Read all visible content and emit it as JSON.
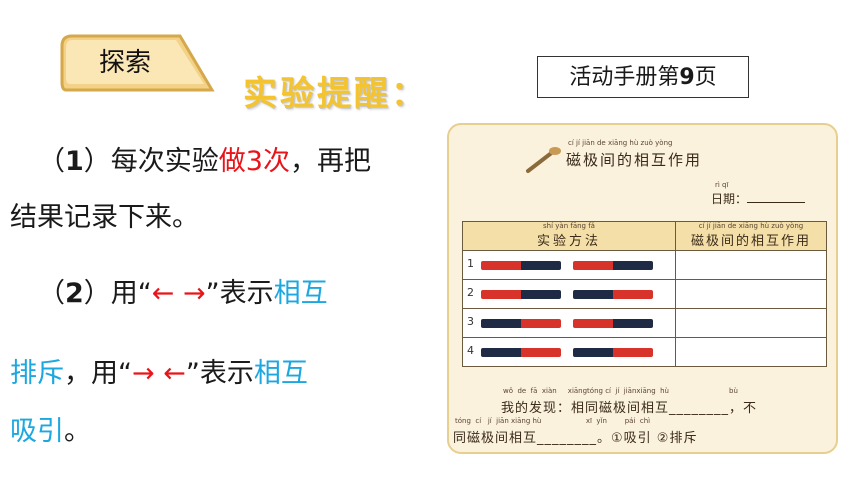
{
  "tab": {
    "label": "探索"
  },
  "heading": "实验提醒：",
  "manual_ref": {
    "text": "活动手册第",
    "page": "9",
    "suffix": "页"
  },
  "paragraph1": {
    "prefix": "（",
    "num": "1",
    "close": "）每次实验",
    "emph": "做3次",
    "rest": "，再把",
    "line2": "结果记录下来。"
  },
  "paragraph2": {
    "prefix": "（",
    "num": "2",
    "close": "）用“",
    "arrows": "← →",
    "quote_close": "”表示",
    "emph": "相互",
    "line2_emph": "排斥",
    "line2_mid": "，用“",
    "arrows2": "→ ←",
    "line2_quote_close": "”表示",
    "line2_tail": "相互",
    "line3_emph": "吸引",
    "line3_end": "。"
  },
  "worksheet": {
    "title_pinyin": "cí   jí  jiān  de  xiāng  hù  zuò  yòng",
    "title": "磁极间的相互作用",
    "date_pinyin": "rì   qī",
    "date_label": "日期：",
    "col1_pinyin": "shí  yàn fāng  fǎ",
    "col1": "实验方法",
    "col2_pinyin": "cí   jí   jiān  de xiāng  hù zuò yòng",
    "col2": "磁极间的相互作用",
    "rows": [
      "1",
      "2",
      "3",
      "4"
    ],
    "find_pinyin": "wǒ  de  fā  xiàn     xiāngtóng cí  jí  jiānxiāng  hù                           bù",
    "find_line": "我的发现：相同磁极间相互________，不",
    "find_pinyin2": "tóng  cí   jí  jiān xiāng hù                    xī  yǐn        pái  chì",
    "find_line2": "同磁极间相互________。①吸引 ②排斥"
  },
  "colors": {
    "red": "#e8141a",
    "blue": "#1ca7e0",
    "heading": "#f4c430",
    "magnet_red": "#d8332a",
    "magnet_navy": "#1f2a44"
  }
}
